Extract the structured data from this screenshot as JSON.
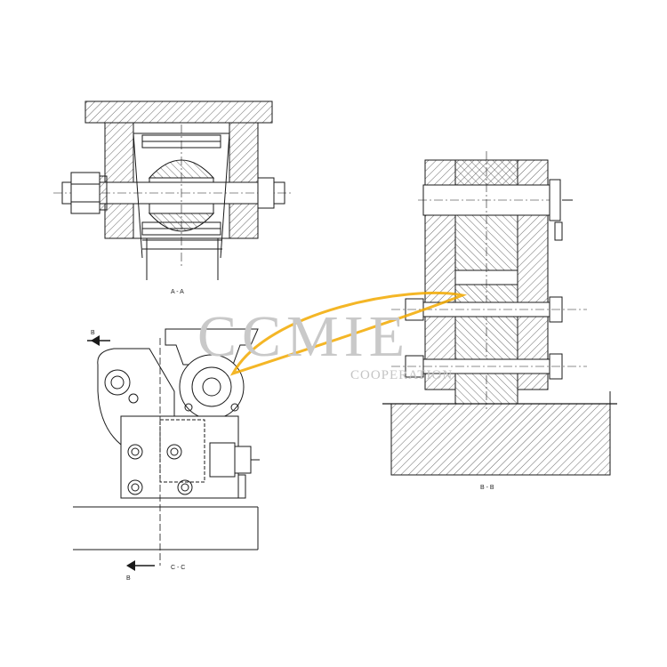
{
  "labels": {
    "section_aa": "A - A",
    "section_bb": "B - B",
    "section_cc": "C - C",
    "arrow_b_top": "B",
    "arrow_b_bottom": "B"
  },
  "watermark": {
    "brand": "CCMIE",
    "tagline": "COOPERATION",
    "accent_color": "#f2a900",
    "text_color": "#c9c9c9"
  },
  "colors": {
    "line": "#1a1a1a",
    "hatch": "#444444",
    "background": "#ffffff"
  }
}
